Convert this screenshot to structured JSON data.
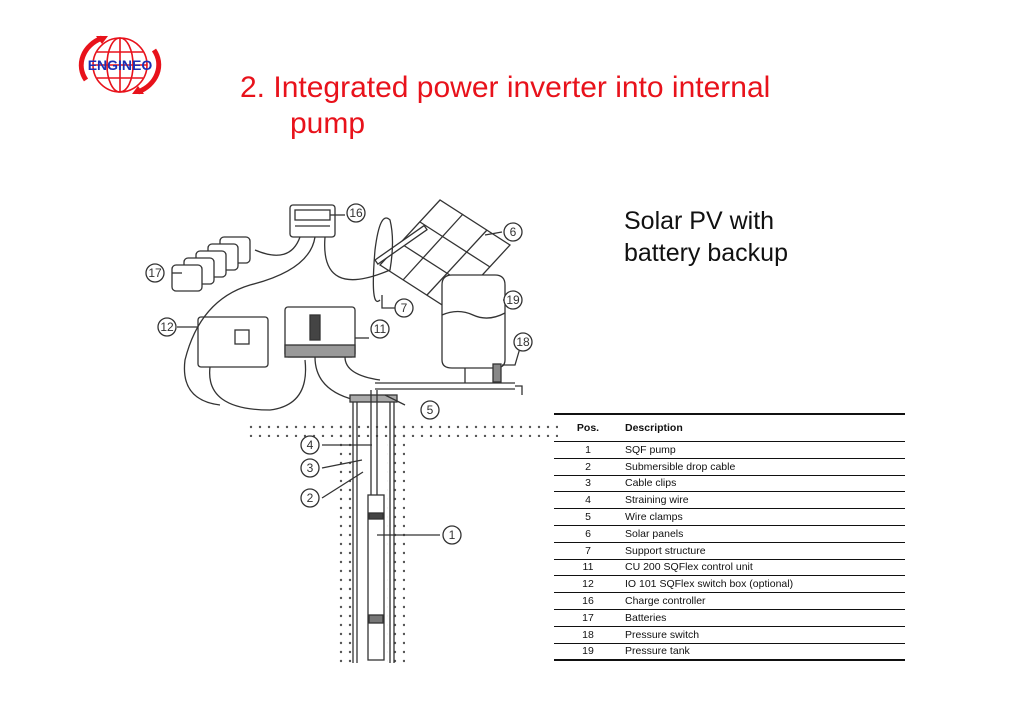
{
  "logo": {
    "text": "ENGINEO",
    "globe_color": "#e8121b",
    "text_color": "#1a2fb5"
  },
  "title": {
    "line1": "2. Integrated power inverter into internal",
    "line2": "pump",
    "color": "#e8121b"
  },
  "subtitle": {
    "line1": "Solar PV with",
    "line2": "battery backup"
  },
  "diagram": {
    "callouts": [
      "1",
      "2",
      "3",
      "4",
      "5",
      "6",
      "7",
      "11",
      "12",
      "16",
      "17",
      "18",
      "19"
    ]
  },
  "table": {
    "headers": {
      "pos": "Pos.",
      "description": "Description"
    },
    "rows": [
      {
        "pos": "1",
        "description": "SQF pump"
      },
      {
        "pos": "2",
        "description": "Submersible drop cable"
      },
      {
        "pos": "3",
        "description": "Cable clips"
      },
      {
        "pos": "4",
        "description": "Straining wire"
      },
      {
        "pos": "5",
        "description": "Wire clamps"
      },
      {
        "pos": "6",
        "description": "Solar panels"
      },
      {
        "pos": "7",
        "description": "Support structure"
      },
      {
        "pos": "11",
        "description": "CU 200 SQFlex control unit"
      },
      {
        "pos": "12",
        "description": "IO 101 SQFlex switch box (optional)"
      },
      {
        "pos": "16",
        "description": "Charge controller"
      },
      {
        "pos": "17",
        "description": "Batteries"
      },
      {
        "pos": "18",
        "description": "Pressure switch"
      },
      {
        "pos": "19",
        "description": "Pressure tank"
      }
    ]
  }
}
